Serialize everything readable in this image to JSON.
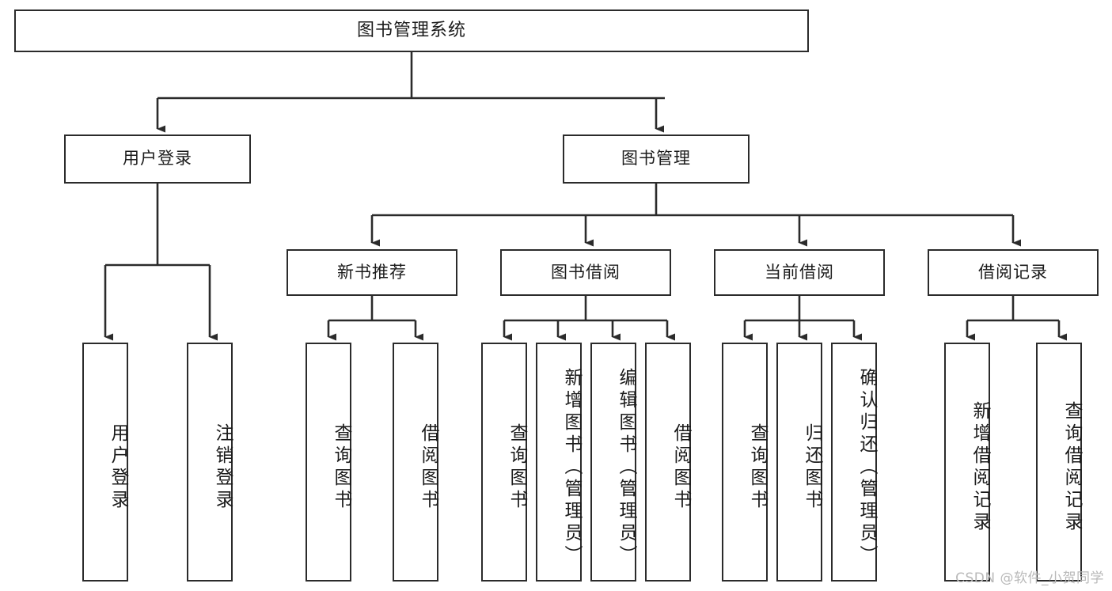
{
  "diagram": {
    "type": "tree-hierarchy",
    "title": "图书管理系统",
    "watermark": "CSDN @软件_小贺同学",
    "colors": {
      "background": "#ffffff",
      "border": "#2b2b2b",
      "text": "#1b1b1b",
      "line": "#2b2b2b",
      "watermark": "#b9b9b9"
    },
    "root": {
      "id": "root",
      "label": "图书管理系统"
    },
    "level2": [
      {
        "id": "user-login",
        "label": "用户登录"
      },
      {
        "id": "book-manage",
        "label": "图书管理"
      }
    ],
    "level3": [
      {
        "id": "new-book-rec",
        "label": "新书推荐"
      },
      {
        "id": "book-borrow",
        "label": "图书借阅"
      },
      {
        "id": "current-borrow",
        "label": "当前借阅"
      },
      {
        "id": "borrow-record",
        "label": "借阅记录"
      }
    ],
    "leaves": {
      "user-login": [
        {
          "id": "leaf-user-login",
          "label": "用户登录"
        },
        {
          "id": "leaf-user-logout",
          "label": "注销登录"
        }
      ],
      "new-book-rec": [
        {
          "id": "leaf-query-book-1",
          "label": "查询图书"
        },
        {
          "id": "leaf-borrow-book-1",
          "label": "借阅图书"
        }
      ],
      "book-borrow": [
        {
          "id": "leaf-query-book-2",
          "label": "查询图书"
        },
        {
          "id": "leaf-add-book",
          "label": "新增图书（管理员）"
        },
        {
          "id": "leaf-edit-book",
          "label": "编辑图书（管理员）"
        },
        {
          "id": "leaf-borrow-book-2",
          "label": "借阅图书"
        }
      ],
      "current-borrow": [
        {
          "id": "leaf-query-book-3",
          "label": "查询图书"
        },
        {
          "id": "leaf-return-book",
          "label": "归还图书"
        },
        {
          "id": "leaf-confirm-return",
          "label": "确认归还（管理员）"
        }
      ],
      "borrow-record": [
        {
          "id": "leaf-add-record",
          "label": "新增借阅记录"
        },
        {
          "id": "leaf-query-record",
          "label": "查询借阅记录"
        }
      ]
    }
  }
}
